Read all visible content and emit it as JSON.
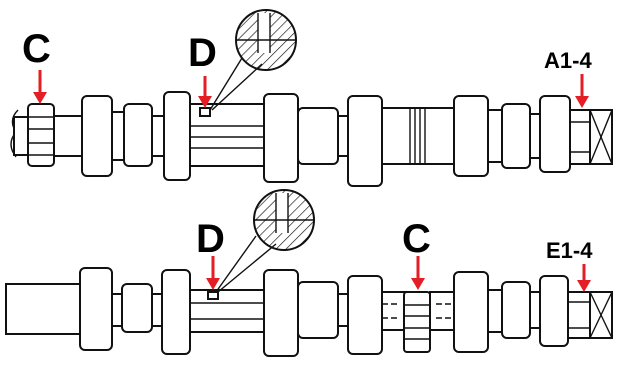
{
  "colors": {
    "arrow": "#e31e24",
    "line": "#111111",
    "background": "#ffffff"
  },
  "top_shaft": {
    "labels": {
      "left_marker": "C",
      "middle_marker": "D",
      "end_marker": "A1-4"
    }
  },
  "bottom_shaft": {
    "labels": {
      "middle_marker": "D",
      "right_marker": "C",
      "end_marker": "E1-4"
    }
  }
}
